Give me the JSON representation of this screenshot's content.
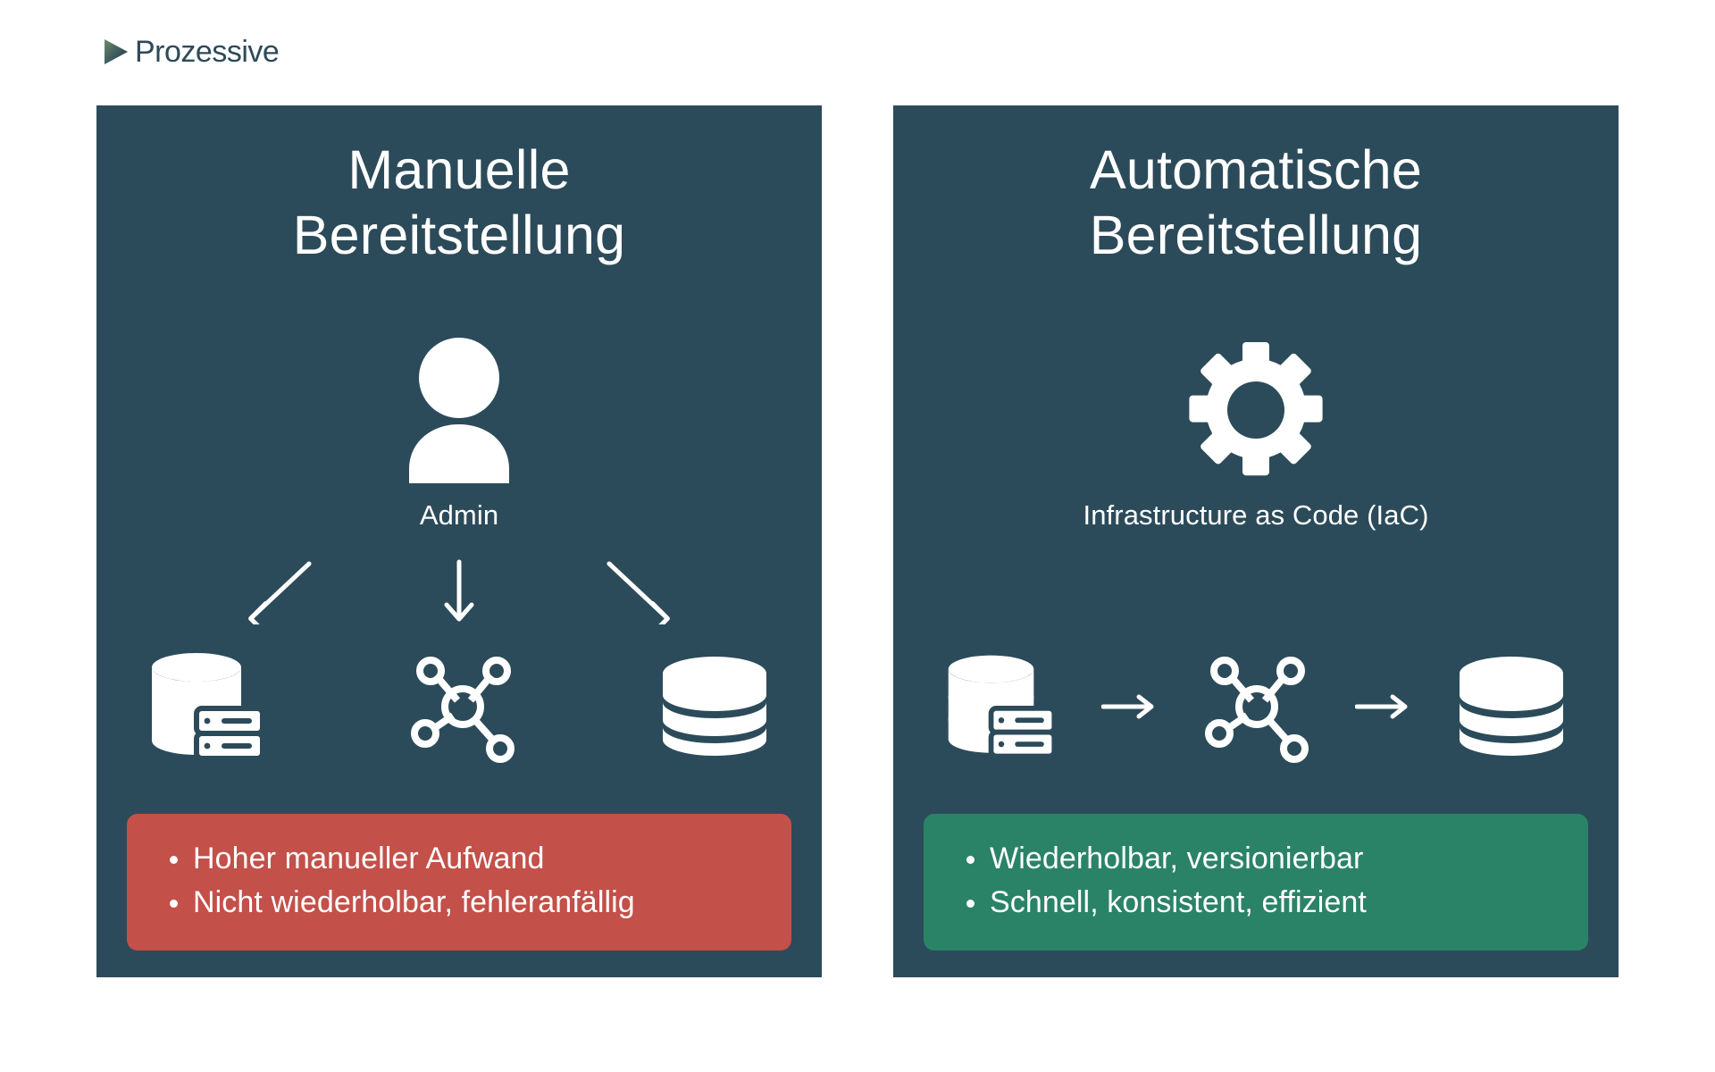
{
  "brand": {
    "name": "Prozessive",
    "mark": "chevron-right-logo",
    "mark_color_start": "#5d7a63",
    "mark_color_end": "#20394a",
    "text_color": "#2e4a58"
  },
  "theme": {
    "page_background": "#ffffff",
    "card_background": "#2c4b5a",
    "card_text": "#ffffff",
    "negative_box": "#c35049",
    "positive_box": "#2b8367",
    "icon_color": "#ffffff"
  },
  "cards": [
    {
      "id": "manual-provisioning",
      "title": "Manuelle Bereitstellung",
      "title_line1": "Manuelle",
      "title_line2": "Bereitstellung",
      "hero_icon": "person-icon",
      "hero_label": "Admin",
      "connector_style": "three-diverging-arrows",
      "connectors": [
        {
          "name": "arrow-down-left",
          "direction": "down-left"
        },
        {
          "name": "arrow-down",
          "direction": "down"
        },
        {
          "name": "arrow-down-right",
          "direction": "down-right"
        }
      ],
      "resources": [
        {
          "name": "database-server-icon",
          "label": "database-server"
        },
        {
          "name": "network-hub-icon",
          "label": "network"
        },
        {
          "name": "database-stack-icon",
          "label": "storage"
        }
      ],
      "callout": {
        "tone": "negative",
        "color": "#c35049",
        "items": [
          "Hoher manueller Aufwand",
          "Nicht wiederholbar, fehleranfällig"
        ]
      }
    },
    {
      "id": "automatic-provisioning",
      "title": "Automatische Bereitstellung",
      "title_line1": "Automatische",
      "title_line2": "Bereitstellung",
      "hero_icon": "gear-icon",
      "hero_label": "Infrastructure as Code (IaC)",
      "connector_style": "sequential-right-arrows",
      "connectors": [
        {
          "name": "arrow-right",
          "direction": "right"
        },
        {
          "name": "arrow-right",
          "direction": "right"
        }
      ],
      "resources": [
        {
          "name": "database-server-icon",
          "label": "database-server"
        },
        {
          "name": "network-hub-icon",
          "label": "network"
        },
        {
          "name": "database-stack-icon",
          "label": "storage"
        }
      ],
      "callout": {
        "tone": "positive",
        "color": "#2b8367",
        "items": [
          "Wiederholbar, versionierbar",
          "Schnell, konsistent, effizient"
        ]
      }
    }
  ]
}
